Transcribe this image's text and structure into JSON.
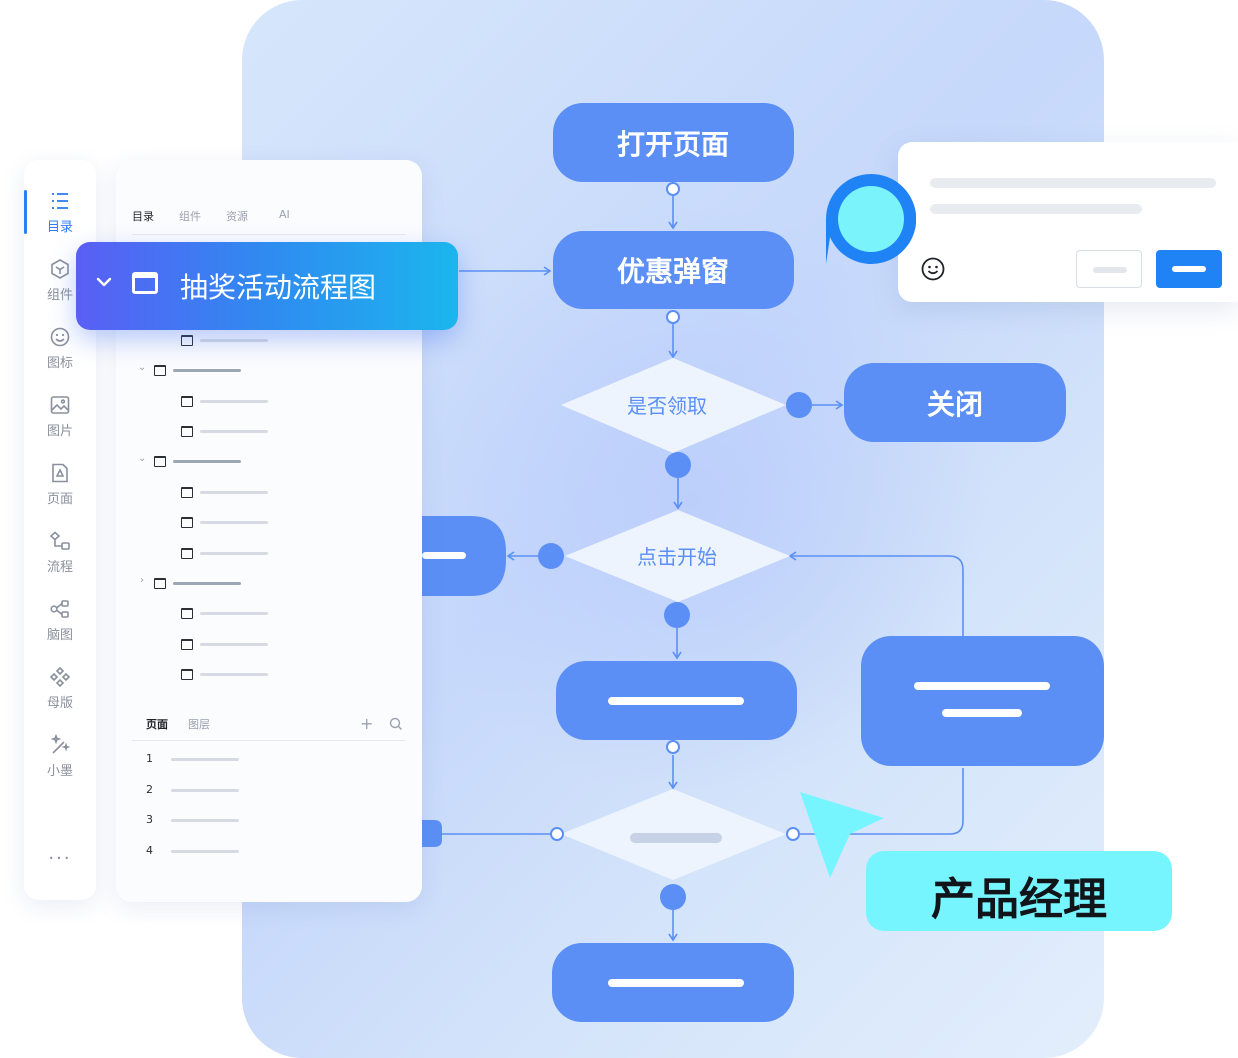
{
  "sidebar": {
    "items": [
      {
        "label": "目录",
        "icon": "list-icon",
        "active": true
      },
      {
        "label": "组件",
        "icon": "cube-icon"
      },
      {
        "label": "图标",
        "icon": "smile-icon"
      },
      {
        "label": "图片",
        "icon": "image-icon"
      },
      {
        "label": "页面",
        "icon": "page-icon"
      },
      {
        "label": "流程",
        "icon": "flow-icon"
      },
      {
        "label": "脑图",
        "icon": "mindmap-icon"
      },
      {
        "label": "母版",
        "icon": "master-icon"
      },
      {
        "label": "小墨",
        "icon": "magic-wand-icon"
      }
    ],
    "more": "···"
  },
  "panel": {
    "tabs": [
      "目录",
      "组件",
      "资源",
      "AI"
    ],
    "highlighted_item": "抽奖活动流程图",
    "pages_tabs": [
      "页面",
      "图层"
    ],
    "page_numbers": [
      "1",
      "2",
      "3",
      "4"
    ]
  },
  "flow": {
    "open_page": "打开页面",
    "coupon_popup": "优惠弹窗",
    "decision_claim": "是否领取",
    "close": "关闭",
    "decision_start": "点击开始"
  },
  "comment": {
    "accent": "#1f83f5",
    "avatar_color": "#7af3fb"
  },
  "tag": {
    "label": "产品经理",
    "color": "#77f5ff"
  },
  "colors": {
    "node": "#5b8ff5",
    "connector": "#5b8ff5",
    "accent": "#2e7cf6"
  }
}
